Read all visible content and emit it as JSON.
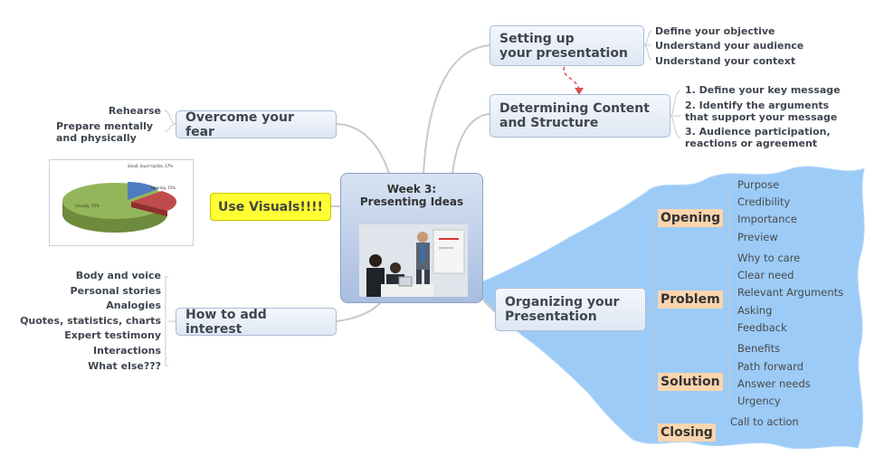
{
  "central": {
    "title_line1": "Week 3:",
    "title_line2": "Presenting Ideas"
  },
  "setting_up": {
    "line1": "Setting up",
    "line2": "your presentation",
    "items": [
      "Define your objective",
      "Understand your audience",
      "Understand your context"
    ]
  },
  "content": {
    "line1": "Determining Content",
    "line2": "and Structure",
    "items": [
      {
        "l1": "1. Define your key message",
        "l2": ""
      },
      {
        "l1": "2. Identify the arguments",
        "l2": "that support your message"
      },
      {
        "l1": "3. Audience participation,",
        "l2": "reactions or agreement"
      }
    ]
  },
  "fear": {
    "label": "Overcome your fear",
    "items": [
      {
        "l1": "Rehearse",
        "l2": ""
      },
      {
        "l1": "Prepare mentally",
        "l2": "and physically"
      }
    ]
  },
  "visuals": {
    "label": "Use Visuals!!!!",
    "pie_labels": [
      "Small, touch tactile, 17%",
      "Hearing, 15%",
      "Visually, 75%"
    ]
  },
  "interest": {
    "label": "How to add interest",
    "items": [
      "Body and voice",
      "Personal stories",
      "Analogies",
      "Quotes, statistics, charts",
      "Expert testimony",
      "Interactions",
      "What else???"
    ]
  },
  "organizing": {
    "line1": "Organizing your",
    "line2": "Presentation",
    "sections": [
      {
        "label": "Opening",
        "items": [
          "Purpose",
          "Credibility",
          "Importance",
          "Preview"
        ]
      },
      {
        "label": "Problem",
        "items": [
          "Why to care",
          "Clear need",
          "Relevant Arguments",
          "Asking",
          "Feedback"
        ]
      },
      {
        "label": "Solution",
        "items": [
          "Benefits",
          "Path forward",
          "Answer needs",
          "Urgency"
        ]
      },
      {
        "label": "Closing",
        "items": [
          "Call to action"
        ]
      }
    ]
  },
  "colors": {
    "cloud": "#9ccbf7",
    "visuals_bg": "#ffff33",
    "section_bg": "#fbd5ae",
    "topic_border": "#a9bcd6",
    "arrow": "#d9534f"
  }
}
